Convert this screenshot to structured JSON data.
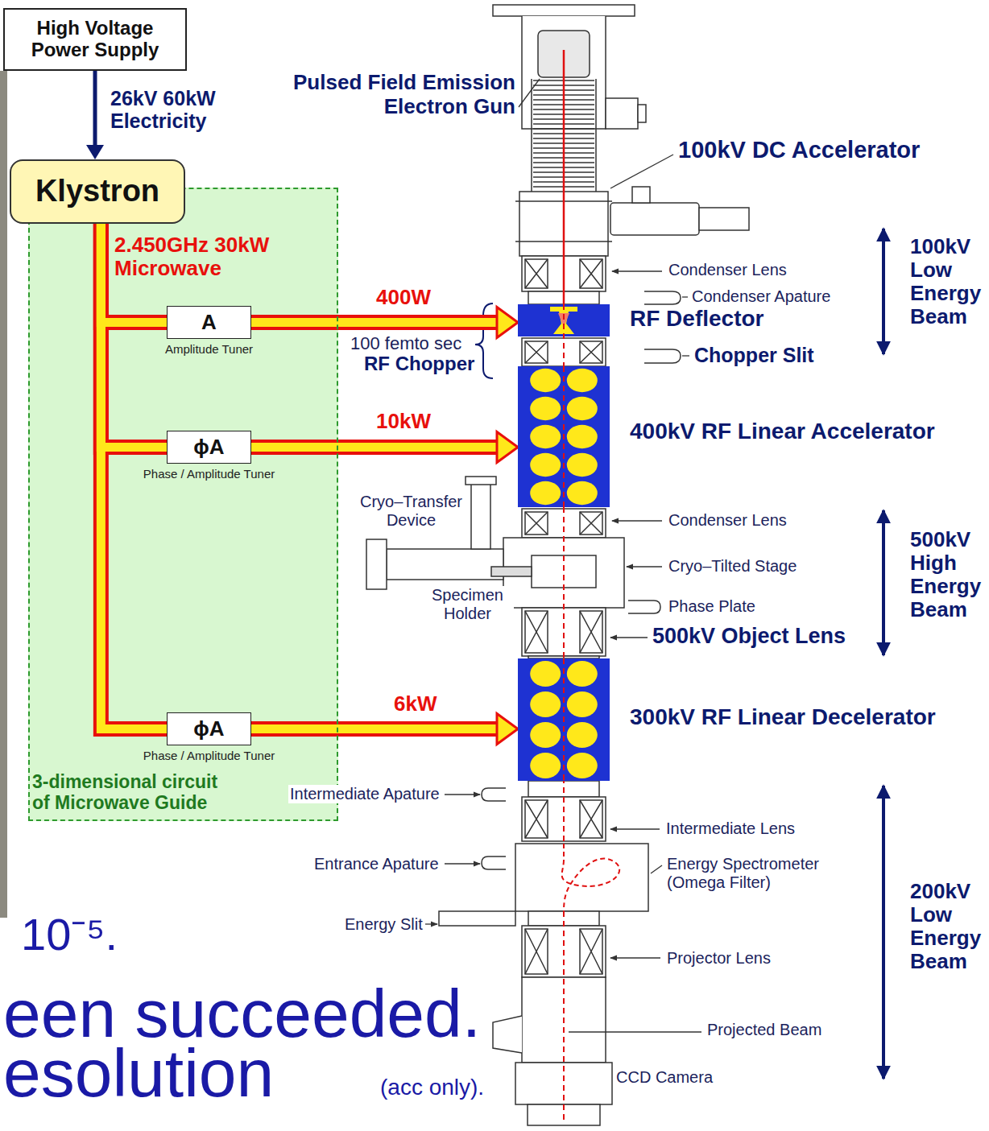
{
  "diagram": {
    "nodes": [
      {
        "text": [
          "High Voltage Power Supply"
        ]
      },
      {
        "text": [
          "Klystron"
        ]
      },
      {
        "text": [
          "3-dimensional circuit of Microwave Guide"
        ]
      },
      {
        "text": [
          "A",
          "Amplitude Tuner"
        ],
        "in": 2
      },
      {
        "text": [
          "ϕA",
          "Phase / Amplitude Tuner"
        ],
        "in": 2
      },
      {
        "text": [
          "ϕA",
          "Phase / Amplitude Tuner"
        ],
        "in": 2
      },
      {
        "text": [
          "RF Deflector"
        ]
      },
      {
        "text": [
          "400kV RF Linear Accelerator"
        ]
      },
      {
        "text": [
          "300kV RF Linear Decelerator"
        ]
      }
    ],
    "edges": [
      {
        "from": 0,
        "to": 1,
        "arrow": "to",
        "label": "26kV 60kW Electricity"
      },
      {
        "from": 1,
        "to": 3,
        "arrow": "none",
        "label": "2.450GHz 30kW Microwave"
      },
      {
        "from": 1,
        "to": 4,
        "arrow": "none"
      },
      {
        "from": 1,
        "to": 5,
        "arrow": "none"
      },
      {
        "from": 3,
        "to": 6,
        "arrow": "to",
        "label": "400W"
      },
      {
        "from": 4,
        "to": 7,
        "arrow": "to",
        "label": "10kW"
      },
      {
        "from": 5,
        "to": 8,
        "arrow": "to",
        "label": "6kW"
      }
    ],
    "labels": [
      "Pulsed Field Emission Electron Gun",
      "100kV DC Accelerator",
      "100kV Low Energy Beam",
      "Condenser Lens",
      "Condenser Apature",
      "100 femto sec",
      "RF Chopper",
      "Chopper Slit",
      "Cryo–Transfer Device",
      "Condenser Lens",
      "500kV High Energy Beam",
      "Cryo–Tilted Stage",
      "Specimen Holder",
      "Phase Plate",
      "500kV Object Lens",
      "Intermediate Apature",
      "Intermediate Lens",
      "Entrance Apature",
      "Energy Spectrometer (Omega Filter)",
      "200kV Low Energy Beam",
      "Energy Slit",
      "10⁻⁵.",
      "Projector Lens",
      "een succeeded.",
      "Projected Beam",
      "esolution",
      "(acc only).",
      "CCD Camera"
    ]
  }
}
